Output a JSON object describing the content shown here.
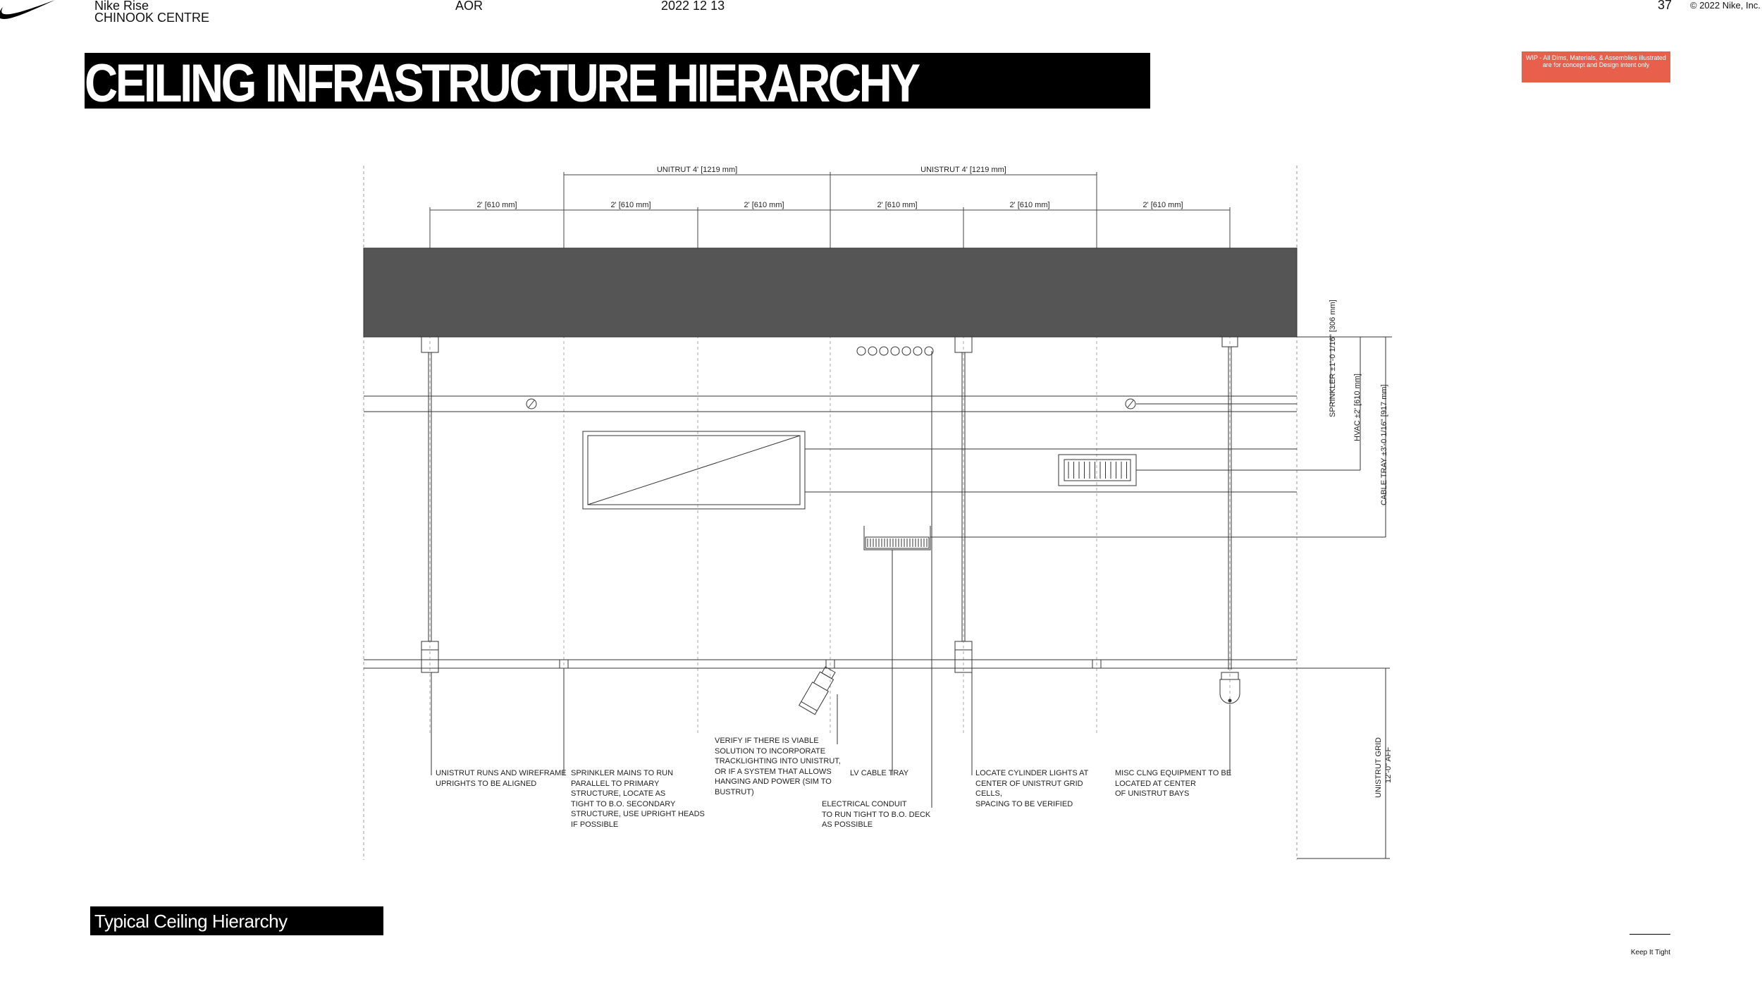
{
  "header": {
    "brand_line1": "Nike Rise",
    "brand_line2": "CHINOOK CENTRE",
    "aor": "AOR",
    "date": "2022 12 13",
    "page_number": "37",
    "copyright": "© 2022 Nike, Inc."
  },
  "title": "CEILING INFRASTRUCTURE HIERARCHY",
  "wip_notice": "WIP - All Dims, Materials, & Assemblies illustrated are for concept and Design intent only",
  "diagram": {
    "top_dims": [
      "UNITRUT 4' [1219 mm]",
      "UNISTRUT 4' [1219 mm]"
    ],
    "bay_dims": [
      "2' [610 mm]",
      "2' [610 mm]",
      "2' [610 mm]",
      "2' [610 mm]",
      "2' [610 mm]",
      "2' [610 mm]"
    ],
    "side_dims": {
      "sprinkler": "SPRINKLER ±1'-0 1/16\" [306 mm]",
      "hvac": "HVAC ±2' [610 mm]",
      "cable_tray": "CABLE TRAY ±3'-0 1/16\" [917 mm]",
      "grid_line1": "UNISTRUT GRID",
      "grid_line2": "12'-0\" AFF"
    },
    "notes": [
      "UNISTRUT RUNS AND WIREFRAME\nUPRIGHTS TO BE ALIGNED",
      "SPRINKLER MAINS TO RUN\nPARALLEL TO PRIMARY\nSTRUCTURE, LOCATE AS\nTIGHT TO B.O. SECONDARY\nSTRUCTURE, USE UPRIGHT HEADS\nIF POSSIBLE",
      "VERIFY IF THERE IS VIABLE\nSOLUTION TO INCORPORATE\nTRACKLIGHTING INTO UNISTRUT,\nOR IF A SYSTEM THAT ALLOWS\nHANGING AND POWER (SIM TO\nBUSTRUT)",
      "LV CABLE TRAY",
      "ELECTRICAL CONDUIT\nTO RUN TIGHT TO B.O. DECK\nAS POSSIBLE",
      "LOCATE CYLINDER LIGHTS AT\nCENTER OF UNISTRUT GRID\nCELLS,\nSPACING TO BE VERIFIED",
      "MISC CLNG EQUIPMENT TO BE\nLOCATED AT CENTER\nOF UNISTRUT BAYS"
    ]
  },
  "caption": "Typical Ceiling Hierarchy",
  "footer": "Keep It Tight"
}
